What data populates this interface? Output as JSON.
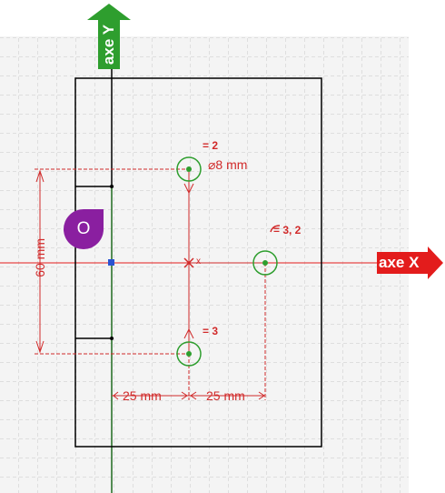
{
  "axes": {
    "x_label": "axe X",
    "y_label": "axe Y",
    "x_color": "#e31c1c",
    "y_color": "#2e9e2e"
  },
  "origin": {
    "label": "O",
    "color": "#8a1fa0"
  },
  "dimensions": {
    "diameter": "⌀8 mm",
    "vertical_spacing": "60 mm",
    "horizontal_left": "25 mm",
    "horizontal_right": "25 mm"
  },
  "constraints": {
    "top_hole": "= 2",
    "bottom_hole": "= 3",
    "right_hole": "= 3, 2"
  },
  "center_mark": "x",
  "colors": {
    "dimension": "#d12a2a",
    "hole": "#2e9e2e",
    "outline": "#000000",
    "grid": "#c8c8c8"
  }
}
